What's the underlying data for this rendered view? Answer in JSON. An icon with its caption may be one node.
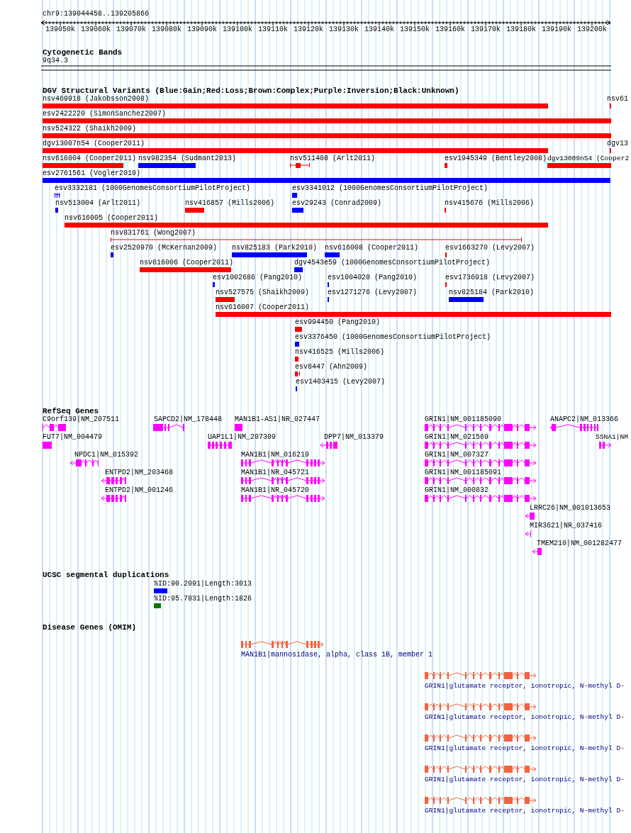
{
  "diagram": {
    "title": "chr9:139044458..139205866",
    "labels": [
      "139050k",
      "139060k",
      "139070k",
      "139080k",
      "139090k",
      "139100k",
      "139110k",
      "139120k",
      "139130k",
      "139140k",
      "139150k",
      "139160k",
      "139170k",
      "139180k",
      "139190k",
      "139200k",
      "Cytogenetic Bands",
      "9q34.3",
      "DGV Structural Variants (Blue:Gain;Red:Loss;Brown:Complex;Purple:Inversion;Black:Unknown)",
      "nsv469918 (Jakobsson2008)",
      "nsv61",
      "esv2422220 (SimonSanchez2007)",
      "nsv524322 (Shaikh2009)",
      "dgv13007n54 (Cooper2011)",
      "dgv13",
      "nsv616004 (Cooper2011)",
      "nsv982354 (Sudmant2013)",
      "nsv511408 (Arlt2011)",
      "esv1945349 (Bentley2008)",
      "dgv13009n54 (Cooper2",
      "esv2761561 (Vogler2010)",
      "esv3332181 (1000GenomesConsortiumPilotProject)",
      "esv3341012 (1000GenomesConsortiumPilotProject)",
      "nsv513004 (Arlt2011)",
      "nsv416857 (Mills2006)",
      "esv29243 (Conrad2009)",
      "nsv415676 (Mills2006)",
      "nsv616005 (Cooper2011)",
      "nsv831761 (Wong2007)",
      "esv2520970 (McKernan2009)",
      "nsv825183 (Park2010)",
      "nsv616008 (Cooper2011)",
      "esv1663270 (Levy2007)",
      "nsv616006 (Cooper2011)",
      "dgv4543e59 (1000GenomesConsortiumPilotProject)",
      "esv1002686 (Pang2010)",
      "esv1004020 (Pang2010)",
      "esv1736918 (Levy2007)",
      "nsv527575 (Shaikh2009)",
      "esv1271276 (Levy2007)",
      "nsv825184 (Park2010)",
      "nsv616007 (Cooper2011)",
      "esv994450 (Pang2010)",
      "esv3376450 (1000GenomesConsortiumPilotProject)",
      "nsv416525 (Mills2006)",
      "esv8447 (Ahn2009)",
      "esv1403415 (Levy2007)",
      "RefSeq Genes",
      "C9orf139|NM_207511",
      "SAPCD2|NM_178448",
      "MAN1B1-AS1|NR_027447",
      "GRIN1|NM_001185090",
      "ANAPC2|NM_013366",
      "FUT7|NM_004479",
      "UAP1L1|NM_207309",
      "DPP7|NM_013379",
      "GRIN1|NM_021569",
      "SSNA1|NM",
      "NPDC1|NM_015392",
      "MAN1B1|NM_016219",
      "GRIN1|NM_007327",
      "ENTPD2|NM_203468",
      "MAN1B1|NR_045721",
      "GRIN1|NM_001185091",
      "ENTPD2|NM_001246",
      "MAN1B1|NR_045720",
      "GRIN1|NM_000832",
      "LRRC26|NM_001013653",
      "MIR3621|NR_037416",
      "TMEM210|NM_001282477",
      "UCSC segmental duplications",
      "%ID:90.2091|Length:3013",
      "%ID:95.7831|Length:1826",
      "Disease Genes (OMIM)",
      "MAN1B1|mannosidase, alpha, class 1B, member 1",
      "GRIN1|glutamate receptor, ionotropic, N-methyl D-",
      "GRIN1|glutamate receptor, ionotropic, N-methyl D-",
      "GRIN1|glutamate receptor, ionotropic, N-methyl D-",
      "GRIN1|glutamate receptor, ionotropic, N-methyl D-",
      "GRIN1|glutamate receptor, ionotropic, N-methyl D-"
    ]
  }
}
